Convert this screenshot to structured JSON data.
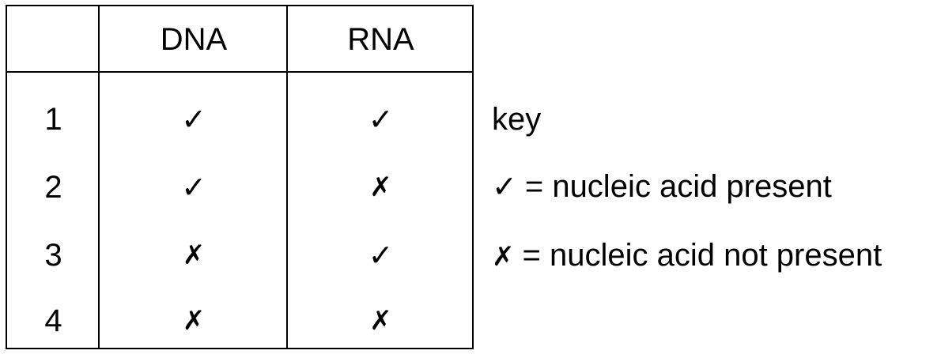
{
  "table": {
    "headers": [
      "",
      "DNA",
      "RNA"
    ],
    "rows": [
      {
        "label": "1",
        "dna": "✓",
        "rna": "✓"
      },
      {
        "label": "2",
        "dna": "✓",
        "rna": "✗"
      },
      {
        "label": "3",
        "dna": "✗",
        "rna": "✓"
      },
      {
        "label": "4",
        "dna": "✗",
        "rna": "✗"
      }
    ]
  },
  "key": {
    "title": "key",
    "present_symbol": "✓",
    "present_text": "= nucleic acid present",
    "absent_symbol": "✗",
    "absent_text": "= nucleic acid not present"
  }
}
